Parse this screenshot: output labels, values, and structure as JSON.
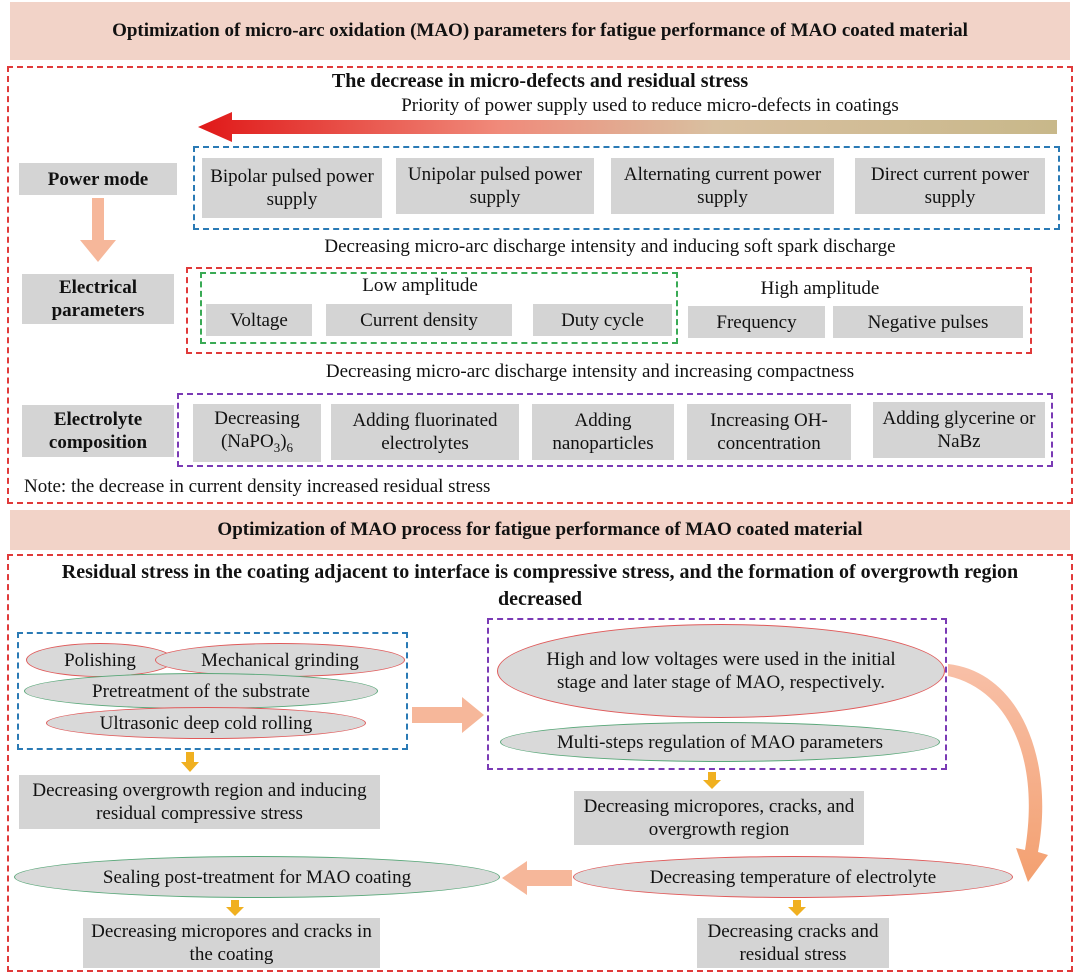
{
  "top_title": "Optimization of micro-arc oxidation (MAO) parameters for fatigue performance of MAO coated material",
  "section1": {
    "heading": "The decrease in micro-defects and residual stress",
    "priority_text": "Priority of power supply used to reduce micro-defects in coatings",
    "power_mode": {
      "label": "Power mode",
      "items": [
        "Bipolar pulsed power supply",
        "Unipolar pulsed power supply",
        "Alternating current power supply",
        "Direct current power supply"
      ]
    },
    "transition1": "Decreasing  micro-arc discharge intensity and inducing soft spark discharge",
    "electrical": {
      "label": "Electrical parameters",
      "low_label": "Low amplitude",
      "low_items": [
        "Voltage",
        "Current density",
        "Duty cycle"
      ],
      "high_label": "High amplitude",
      "high_items": [
        "Frequency",
        "Negative pulses"
      ]
    },
    "transition2": "Decreasing  micro-arc discharge intensity and increasing  compactness",
    "electrolyte": {
      "label": "Electrolyte composition",
      "item1_main": "Decreasing",
      "item1_formula": "(NaPO",
      "item1_sub1": "3",
      "item1_close": ")",
      "item1_sub2": "6",
      "items": [
        "Adding fluorinated electrolytes",
        "Adding nanoparticles",
        "Increasing OH- concentration",
        "Adding glycerine or NaBz"
      ]
    },
    "note": "Note: the decrease in current density increased residual stress"
  },
  "section2": {
    "title": "Optimization of MAO process for fatigue performance of MAO coated material",
    "heading": "Residual  stress in the coating adjacent to interface is compressive stress, and  the formation of overgrowth region decreased",
    "polishing": "Polishing",
    "mech_grinding": "Mechanical grinding",
    "pretreatment": "Pretreatment of the substrate",
    "ultrasonic": "Ultrasonic deep cold rolling",
    "voltages": "High and low voltages were used in the initial stage and later stage of MAO, respectively.",
    "multisteps": "Multi-steps regulation of MAO parameters",
    "result_left": "Decreasing overgrowth region and inducing residual compressive stress",
    "result_mid": "Decreasing micropores, cracks, and overgrowth region",
    "sealing": "Sealing post-treatment for MAO coating",
    "temperature": "Decreasing temperature of electrolyte",
    "result_bottom_left": "Decreasing micropores and cracks in the coating",
    "result_bottom_right": "Decreasing cracks and residual stress"
  },
  "colors": {
    "title_bg": "#f2d3c8",
    "box_gray": "#d4d4d4",
    "red_dash": "#e03a3a",
    "blue_dash": "#2a7ab5",
    "green_dash": "#3aaa55",
    "purple_dash": "#7a3ab5",
    "arrow_peach": "#f6b79a",
    "arrow_yellow": "#f0b020"
  }
}
